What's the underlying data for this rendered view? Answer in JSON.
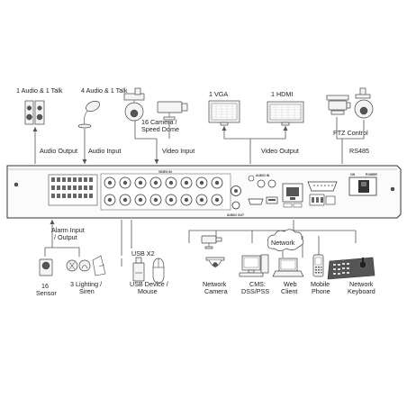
{
  "labels": {
    "audio1": "1 Audio & 1 Talk",
    "audio4": "4 Audio & 1 Talk",
    "cam_l1": "16 Camera /",
    "cam_l2": "Speed Dome",
    "vga": "1 VGA",
    "hdmi": "1 HDMI",
    "ptz": "PTZ Control",
    "audio_output": "Audio  Output",
    "audio_input": "Audio  Input",
    "video_input": "Video Input",
    "video_output": "Video Output",
    "rs485": "RS485",
    "alarm_l1": "Alarm Input",
    "alarm_l2": "/ Output",
    "usb": "USB X2",
    "network": "Network",
    "sensor_l1": "16",
    "sensor_l2": "Sensor",
    "light_l1": "3 Lighting /",
    "light_l2": "Siren",
    "usbdev_l1": "USB Device /",
    "usbdev_l2": "Mouse",
    "netcam_l1": "Network",
    "netcam_l2": "Camera",
    "cms_l1": "CMS:",
    "cms_l2": "DSS/PSS",
    "web_l1": "Web",
    "web_l2": "Client",
    "mobile_l1": "Mobile",
    "mobile_l2": "Phone",
    "kbd_l1": "Network",
    "kbd_l2": "Keyboard"
  },
  "panel": {
    "video_in": "VIDEO IN",
    "audio_in": "AUDIO IN",
    "audio_out": "AUDIO OUT",
    "on": "ON",
    "power": "POWER"
  }
}
